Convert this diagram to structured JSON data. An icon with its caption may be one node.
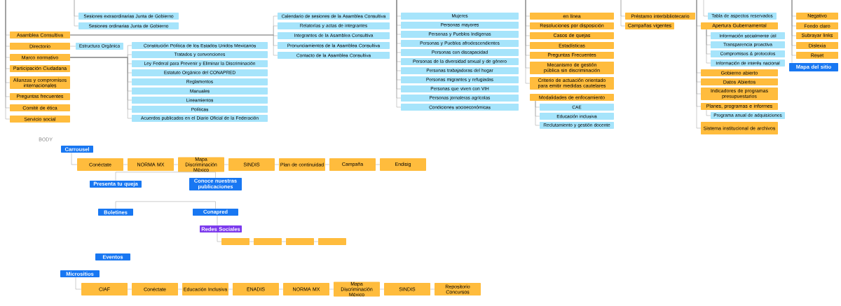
{
  "diagram": {
    "nodes": [
      {
        "text": [
          "Asamblea Consultiva"
        ]
      },
      {
        "text": [
          "Directorio"
        ]
      },
      {
        "text": [
          "Estructura Orgánica"
        ]
      },
      {
        "text": [
          "Marco normativo"
        ]
      },
      {
        "text": [
          "Participación Ciudadana"
        ]
      },
      {
        "text": [
          "Alianzas y compromisos internacionales"
        ]
      },
      {
        "text": [
          "Preguntas frecuentes"
        ]
      },
      {
        "text": [
          "Comité de ética"
        ]
      },
      {
        "text": [
          "Servicio social"
        ]
      },
      {
        "text": [
          "Sesiones extraordinarias Junta de Gobierno"
        ]
      },
      {
        "text": [
          "Sesiones ordinarias Junta de Gobierno"
        ]
      },
      {
        "text": [
          "Calendario de sesiones de la Asamblea Consultiva"
        ]
      },
      {
        "text": [
          "Relatorías y actas de integrantes"
        ]
      },
      {
        "text": [
          "Integrantes de la Asamblea Consultiva"
        ]
      },
      {
        "text": [
          "Pronunciamientos de la Asamblea Consultiva"
        ]
      },
      {
        "text": [
          "Contacto de la Asamblea Consultiva"
        ]
      },
      {
        "text": [
          "Constitución Política de los Estados Unidos Mexicanos"
        ]
      },
      {
        "text": [
          "Tratados y convenciones"
        ]
      },
      {
        "text": [
          "Ley Federal para Prevenir y Eliminar la Discriminación"
        ]
      },
      {
        "text": [
          "Estatuto Orgánico del CONAPRED"
        ]
      },
      {
        "text": [
          "Reglamentos"
        ]
      },
      {
        "text": [
          "Manuales"
        ]
      },
      {
        "text": [
          "Lineamientos"
        ]
      },
      {
        "text": [
          "Políticas"
        ]
      },
      {
        "text": [
          "Acuerdos publicados en el Diario Oficial de la Federación"
        ]
      },
      {
        "text": [
          "Mujeres"
        ]
      },
      {
        "text": [
          "Personas mayores"
        ]
      },
      {
        "text": [
          "Personas y Pueblos Indígenas"
        ]
      },
      {
        "text": [
          "Personas y Pueblos afrodescendientes"
        ]
      },
      {
        "text": [
          "Personas con discapacidad"
        ]
      },
      {
        "text": [
          "Personas de la diversidad sexual y de género"
        ]
      },
      {
        "text": [
          "Personas trabajadoras del hogar"
        ]
      },
      {
        "text": [
          "Personas migrantes y refugiadas"
        ]
      },
      {
        "text": [
          "Personas que viven con VIH"
        ]
      },
      {
        "text": [
          "Personas jornaleras agrícolas"
        ]
      },
      {
        "text": [
          "Condiciones socioeconómicas"
        ]
      },
      {
        "text": [
          "en línea"
        ]
      },
      {
        "text": [
          "Resoluciones por disposición"
        ]
      },
      {
        "text": [
          "Casos de quejas"
        ]
      },
      {
        "text": [
          "Estadísticas"
        ]
      },
      {
        "text": [
          "Preguntas Frecuentes"
        ]
      },
      {
        "text": [
          "Mecanismo de gestión pública sin discriminación"
        ]
      },
      {
        "text": [
          "Criterio de actuación orientado para emitir medidas cautelares"
        ]
      },
      {
        "text": [
          "Modalidades de enfocamiento"
        ]
      },
      {
        "text": [
          "CAE"
        ]
      },
      {
        "text": [
          "Educación inclusiva"
        ]
      },
      {
        "text": [
          "Reclutamiento y gestión docente"
        ]
      },
      {
        "text": [
          "Préstamo interbibliotecario"
        ]
      },
      {
        "text": [
          "Campañas vigentes"
        ]
      },
      {
        "text": [
          "Tabla de aspectos reservados"
        ]
      },
      {
        "text": [
          "Apertura Gubernamental"
        ]
      },
      {
        "text": [
          "Información socialmente útil"
        ]
      },
      {
        "text": [
          "Transparencia proactiva"
        ]
      },
      {
        "text": [
          "Compromisos & protocolos"
        ]
      },
      {
        "text": [
          "Información de interés nacional"
        ]
      },
      {
        "text": [
          "Gobierno abierto"
        ]
      },
      {
        "text": [
          "Datos Abiertos"
        ]
      },
      {
        "text": [
          "Indicadores de programas presupuestarios"
        ]
      },
      {
        "text": [
          "Planes, programas e informes"
        ]
      },
      {
        "text": [
          "Programa anual de adquisiciones"
        ]
      },
      {
        "text": [
          "Sistema institucional de archivos"
        ]
      },
      {
        "text": [
          "Negativo"
        ]
      },
      {
        "text": [
          "Fondo claro"
        ]
      },
      {
        "text": [
          "Subrayar links"
        ]
      },
      {
        "text": [
          "Dislexia"
        ]
      },
      {
        "text": [
          "Reset"
        ]
      },
      {
        "text": [
          "Mapa del sitio"
        ]
      },
      {
        "text": [
          "Carrousel"
        ]
      },
      {
        "text": [
          "Conéctate"
        ]
      },
      {
        "text": [
          "NORMA MX"
        ]
      },
      {
        "text": [
          "Mapa Discriminación México"
        ]
      },
      {
        "text": [
          "SINDIS"
        ]
      },
      {
        "text": [
          "Plan de continuidad"
        ]
      },
      {
        "text": [
          "Campaña"
        ]
      },
      {
        "text": [
          "Endisig"
        ]
      },
      {
        "text": [
          "Presenta tu queja"
        ]
      },
      {
        "text": [
          "Conoce nuestras publicaciones"
        ]
      },
      {
        "text": [
          "Boletines"
        ]
      },
      {
        "text": [
          "Conapred"
        ]
      },
      {
        "text": [
          "Redes Sociales"
        ]
      },
      {
        "text": [],
        "shape": "box"
      },
      {
        "text": [],
        "shape": "box"
      },
      {
        "text": [],
        "shape": "box"
      },
      {
        "text": [],
        "shape": "box"
      },
      {
        "text": [
          "Eventos"
        ]
      },
      {
        "text": [
          "Micrositios"
        ]
      },
      {
        "text": [
          "CIAF"
        ]
      },
      {
        "text": [
          "Conéctate"
        ]
      },
      {
        "text": [
          "Educación Inclusiva"
        ]
      },
      {
        "text": [
          "ENADIS"
        ]
      },
      {
        "text": [
          "NORMA MX"
        ]
      },
      {
        "text": [
          "Mapa Discriminación México"
        ]
      },
      {
        "text": [
          "SINDIS"
        ]
      },
      {
        "text": [
          "Repositorio Concursos"
        ]
      }
    ],
    "edges": [
      {
        "from": null,
        "to": 0,
        "arrow": "none"
      },
      {
        "from": null,
        "to": 1,
        "arrow": "none"
      },
      {
        "from": null,
        "to": 3,
        "arrow": "none"
      },
      {
        "from": null,
        "to": 4,
        "arrow": "none"
      },
      {
        "from": null,
        "to": 5,
        "arrow": "none"
      },
      {
        "from": null,
        "to": 6,
        "arrow": "none"
      },
      {
        "from": null,
        "to": 7,
        "arrow": "none"
      },
      {
        "from": null,
        "to": 8,
        "arrow": "none"
      },
      {
        "from": null,
        "to": 9,
        "arrow": "none"
      },
      {
        "from": null,
        "to": 10,
        "arrow": "none"
      },
      {
        "from": 0,
        "to": 11,
        "arrow": "none"
      },
      {
        "from": 0,
        "to": 12,
        "arrow": "none"
      },
      {
        "from": 0,
        "to": 13,
        "arrow": "none"
      },
      {
        "from": 0,
        "to": 14,
        "arrow": "none"
      },
      {
        "from": 0,
        "to": 15,
        "arrow": "none"
      },
      {
        "from": 1,
        "to": 2,
        "arrow": "none"
      },
      {
        "from": 3,
        "to": 16,
        "arrow": "none"
      },
      {
        "from": 3,
        "to": 17,
        "arrow": "none"
      },
      {
        "from": 3,
        "to": 18,
        "arrow": "none"
      },
      {
        "from": 3,
        "to": 19,
        "arrow": "none"
      },
      {
        "from": 3,
        "to": 20,
        "arrow": "none"
      },
      {
        "from": 3,
        "to": 21,
        "arrow": "none"
      },
      {
        "from": 3,
        "to": 22,
        "arrow": "none"
      },
      {
        "from": 3,
        "to": 23,
        "arrow": "none"
      },
      {
        "from": 3,
        "to": 24,
        "arrow": "none"
      },
      {
        "from": null,
        "to": 25,
        "arrow": "none"
      },
      {
        "from": null,
        "to": 26,
        "arrow": "none"
      },
      {
        "from": null,
        "to": 27,
        "arrow": "none"
      },
      {
        "from": null,
        "to": 28,
        "arrow": "none"
      },
      {
        "from": null,
        "to": 29,
        "arrow": "none"
      },
      {
        "from": null,
        "to": 30,
        "arrow": "none"
      },
      {
        "from": null,
        "to": 31,
        "arrow": "none"
      },
      {
        "from": null,
        "to": 32,
        "arrow": "none"
      },
      {
        "from": null,
        "to": 33,
        "arrow": "none"
      },
      {
        "from": null,
        "to": 34,
        "arrow": "none"
      },
      {
        "from": null,
        "to": 35,
        "arrow": "none"
      },
      {
        "from": null,
        "to": 36,
        "arrow": "none"
      },
      {
        "from": null,
        "to": 37,
        "arrow": "none"
      },
      {
        "from": null,
        "to": 38,
        "arrow": "none"
      },
      {
        "from": null,
        "to": 39,
        "arrow": "none"
      },
      {
        "from": null,
        "to": 40,
        "arrow": "none"
      },
      {
        "from": null,
        "to": 41,
        "arrow": "none"
      },
      {
        "from": null,
        "to": 42,
        "arrow": "none"
      },
      {
        "from": 43,
        "to": 44,
        "arrow": "none"
      },
      {
        "from": 43,
        "to": 45,
        "arrow": "none"
      },
      {
        "from": 43,
        "to": 46,
        "arrow": "none"
      },
      {
        "from": null,
        "to": 47,
        "arrow": "none"
      },
      {
        "from": null,
        "to": 48,
        "arrow": "none"
      },
      {
        "from": null,
        "to": 49,
        "arrow": "none"
      },
      {
        "from": null,
        "to": 50,
        "arrow": "none"
      },
      {
        "from": null,
        "to": 55,
        "arrow": "none"
      },
      {
        "from": null,
        "to": 56,
        "arrow": "none"
      },
      {
        "from": null,
        "to": 57,
        "arrow": "none"
      },
      {
        "from": null,
        "to": 58,
        "arrow": "none"
      },
      {
        "from": null,
        "to": 60,
        "arrow": "none"
      },
      {
        "from": 50,
        "to": 51,
        "arrow": "none"
      },
      {
        "from": 50,
        "to": 52,
        "arrow": "none"
      },
      {
        "from": 50,
        "to": 53,
        "arrow": "none"
      },
      {
        "from": 50,
        "to": 54,
        "arrow": "none"
      },
      {
        "from": 58,
        "to": 59,
        "arrow": "none"
      },
      {
        "from": null,
        "to": 61,
        "arrow": "none"
      },
      {
        "from": null,
        "to": 62,
        "arrow": "none"
      },
      {
        "from": null,
        "to": 63,
        "arrow": "none"
      },
      {
        "from": null,
        "to": 64,
        "arrow": "none"
      },
      {
        "from": null,
        "to": 65,
        "arrow": "none"
      },
      {
        "from": null,
        "to": 66,
        "arrow": "none"
      },
      {
        "from": 67,
        "to": 68,
        "arrow": "none"
      },
      {
        "from": 68,
        "to": 69,
        "arrow": "none"
      },
      {
        "from": 69,
        "to": 70,
        "arrow": "none"
      },
      {
        "from": 70,
        "to": 71,
        "arrow": "none"
      },
      {
        "from": 71,
        "to": 72,
        "arrow": "none"
      },
      {
        "from": 72,
        "to": 73,
        "arrow": "none"
      },
      {
        "from": 73,
        "to": 74,
        "arrow": "none"
      },
      {
        "from": 75,
        "to": 76,
        "arrow": "none"
      },
      {
        "from": 77,
        "to": 78,
        "arrow": "none"
      },
      {
        "from": 78,
        "to": 79,
        "arrow": "none"
      },
      {
        "from": 79,
        "to": 80,
        "arrow": "none"
      },
      {
        "from": 80,
        "to": 81,
        "arrow": "none"
      },
      {
        "from": 81,
        "to": 82,
        "arrow": "none"
      },
      {
        "from": 82,
        "to": 83,
        "arrow": "none"
      },
      {
        "from": 85,
        "to": 86,
        "arrow": "none"
      },
      {
        "from": 86,
        "to": 87,
        "arrow": "none"
      },
      {
        "from": 87,
        "to": 88,
        "arrow": "none"
      },
      {
        "from": 88,
        "to": 89,
        "arrow": "none"
      },
      {
        "from": 89,
        "to": 90,
        "arrow": "none"
      },
      {
        "from": 90,
        "to": 91,
        "arrow": "none"
      },
      {
        "from": 91,
        "to": 92,
        "arrow": "none"
      },
      {
        "from": 92,
        "to": 93,
        "arrow": "none"
      }
    ],
    "labels": [
      "BODY"
    ]
  }
}
